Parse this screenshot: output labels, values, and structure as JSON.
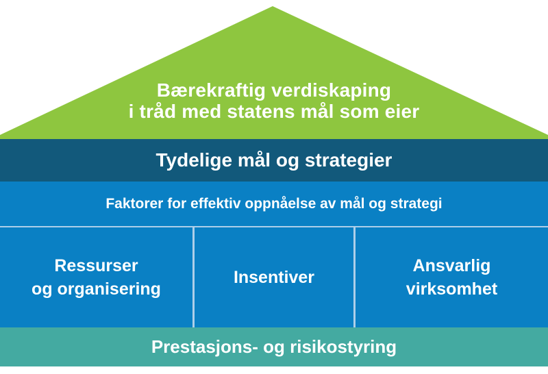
{
  "diagram": {
    "title_semantic": "state-ownership-house-model",
    "roof": {
      "title": "Bærekraftig verdiskaping\ni tråd med statens mål som eier"
    },
    "strategy_band": {
      "label": "Tydelige mål og strategier"
    },
    "factors_band": {
      "label": "Faktorer for effektiv oppnåelse av mål og strategi"
    },
    "columns": [
      {
        "label": "Ressurser\nog organisering"
      },
      {
        "label": "Insentiver"
      },
      {
        "label": "Ansvarlig\nvirksomhet"
      }
    ],
    "footer_band": {
      "label": "Prestasjons- og risikostyring"
    },
    "colors": {
      "roof_green": "#8EC63F",
      "strategy_dark_blue": "#12597B",
      "factors_blue": "#0A80C4",
      "column_blue": "#0A80C4",
      "footer_teal": "#44AAA1",
      "separator": "#AECFE9",
      "text": "#FFFFFF",
      "background": "#FFFFFF"
    }
  }
}
